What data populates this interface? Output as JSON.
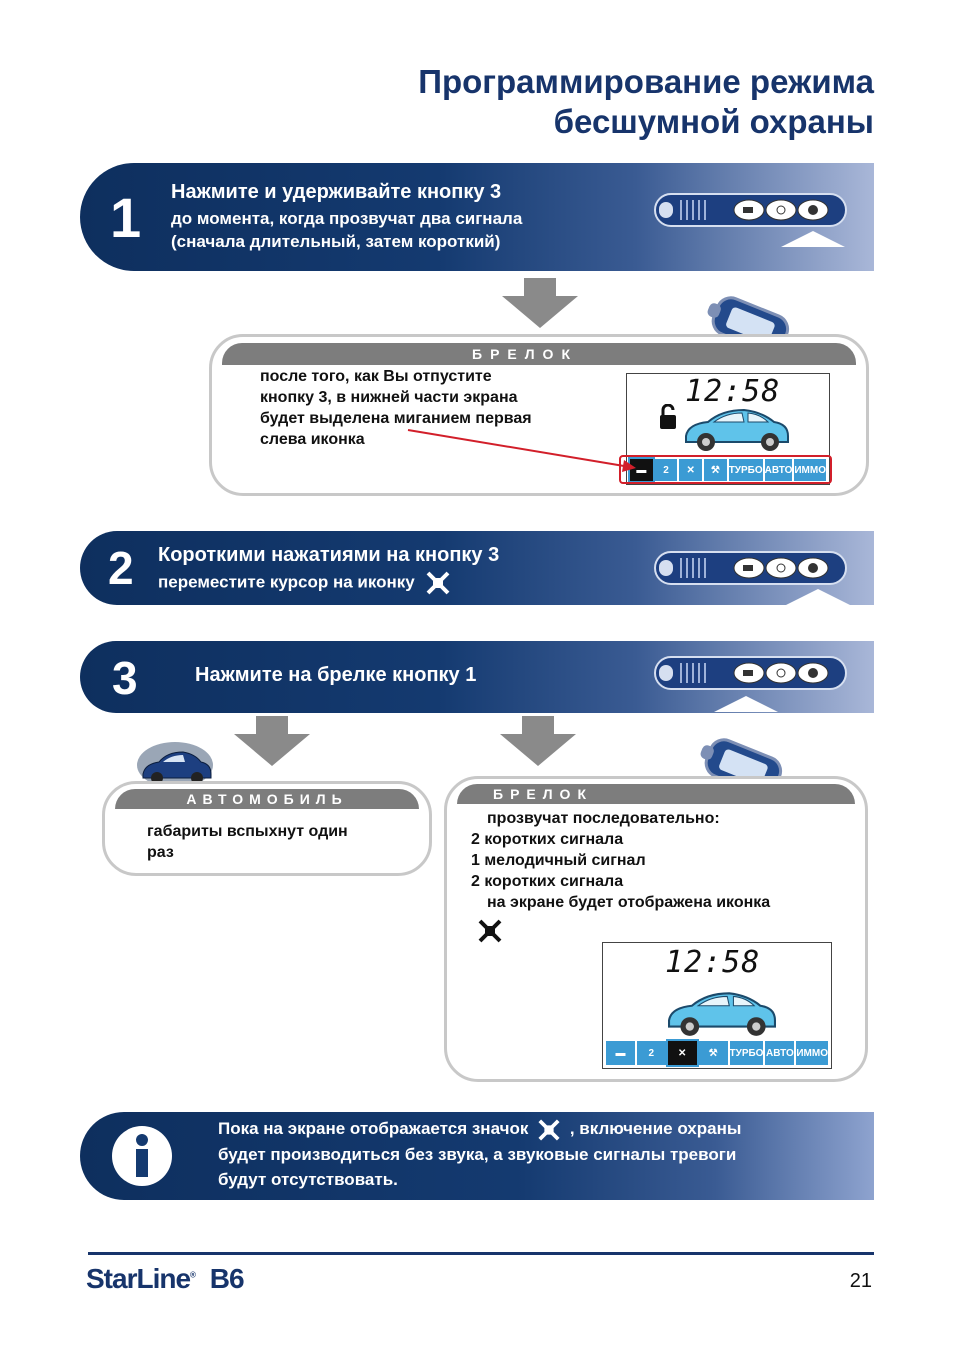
{
  "title": {
    "line1": "Программирование режима",
    "line2": "бесшумной охраны"
  },
  "step1": {
    "number": "1",
    "heading": "Нажмите и удерживайте кнопку 3",
    "line2": "до момента, когда прозвучат два сигнала",
    "line3": "(сначала длительный, затем короткий)"
  },
  "panel1": {
    "tab": "БРЕЛОК",
    "text": [
      "после того, как Вы отпустите",
      "кнопку 3, в нижней части экрана",
      "будет выделена миганием первая",
      "слева иконка"
    ],
    "screen_time": "12:58"
  },
  "step2": {
    "number": "2",
    "heading": "Короткими нажатиями на кнопку 3",
    "sub": "переместите курсор на иконку"
  },
  "step3": {
    "number": "3",
    "heading": "Нажмите на брелке кнопку 1"
  },
  "panel_car": {
    "tab": "АВТОМОБИЛЬ",
    "text": [
      "габариты вспыхнут один",
      "раз"
    ]
  },
  "panel_fob": {
    "tab": "БРЕЛОК",
    "lines": [
      "прозвучат последовательно:",
      "2 коротких сигнала",
      "1 мелодичный сигнал",
      "2 коротких сигнала",
      "на экране будет отображена иконка"
    ],
    "screen_time": "12:58"
  },
  "icon_labels": {
    "turbo": "ТУРБО",
    "auto": "АВТО",
    "immo": "ИММО"
  },
  "info": {
    "line1a": "Пока на экране отображается значок",
    "line1b": ", включение охраны",
    "line2": "будет производиться без звука, а звуковые сигналы тревоги",
    "line3": "будут отсутствовать."
  },
  "footer": {
    "brand": "StarLine",
    "model": "B6",
    "page": "21"
  },
  "colors": {
    "navy": "#17346b",
    "screen_icon": "#3b9bd4",
    "panel_border": "#c8c8c8"
  }
}
